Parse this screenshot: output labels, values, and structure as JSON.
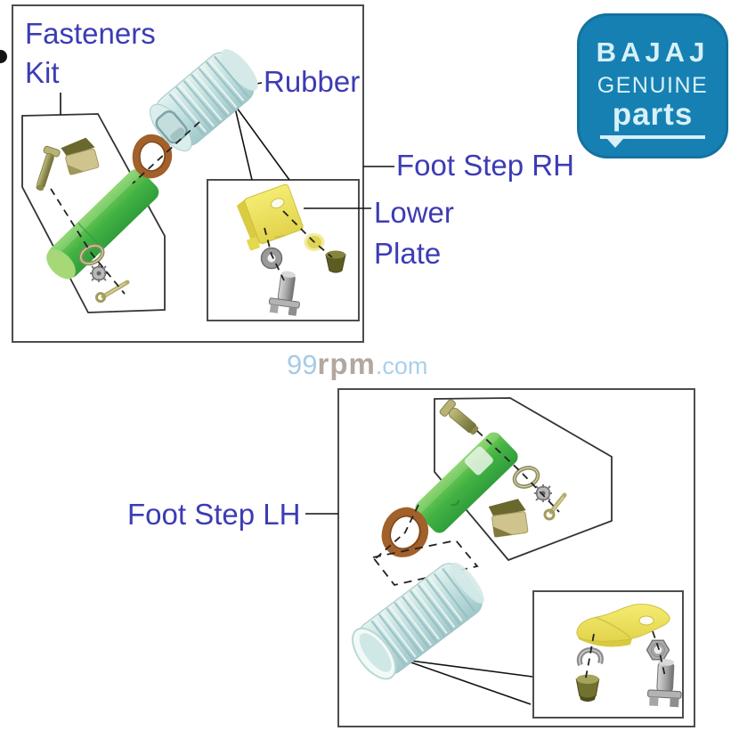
{
  "rh_section": {
    "labels": {
      "fasteners_kit_line1": "Fasteners",
      "fasteners_kit_line2": "Kit",
      "rubber": "Rubber",
      "foot_step": "Foot Step RH",
      "lower_plate_line1": "Lower",
      "lower_plate_line2": "Plate"
    }
  },
  "lh_section": {
    "labels": {
      "foot_step": "Foot Step LH"
    }
  },
  "logo": {
    "brand": "BAJAJ",
    "line2": "GENUINE",
    "line3": "parts"
  },
  "watermark": {
    "part1": "99",
    "part2": "rpm",
    "part3": ".com"
  },
  "colors": {
    "label_blue": "#3c3cb4",
    "logo_blue": "#1780b3",
    "logo_text": "#d6f1f8",
    "bar_green": "#49b545",
    "rubber_blue": "#bcdcdc",
    "ring_brown": "#a2602a",
    "plate_yellow": "#ecdf55",
    "bolt_olive": "#8c894e",
    "metal_gray": "#9a9a9a",
    "watermark_blue": "#a6cbe6",
    "watermark_gray": "#b2a8a0"
  },
  "icons": [
    "rubber-grip-icon",
    "footstep-bar-icon",
    "d-ring-washer-icon",
    "mount-clip-icon",
    "hex-bolt-icon",
    "plain-washer-icon",
    "star-washer-icon",
    "split-pin-icon",
    "lower-plate-icon",
    "flanged-bolt-icon",
    "acorn-nut-icon",
    "hex-nut-icon",
    "c-clip-icon"
  ]
}
